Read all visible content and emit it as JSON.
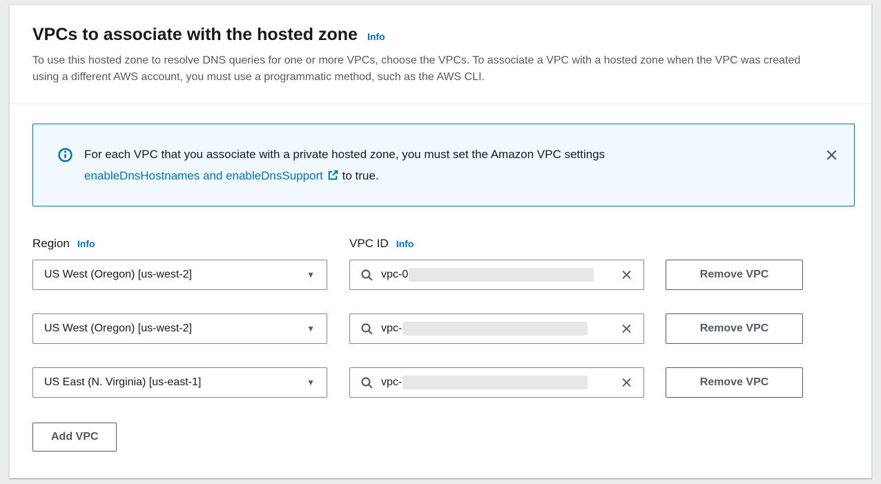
{
  "header": {
    "title": "VPCs to associate with the hosted zone",
    "info_label": "Info",
    "description": "To use this hosted zone to resolve DNS queries for one or more VPCs, choose the VPCs. To associate a VPC with a hosted zone when the VPC was created using a different AWS account, you must use a programmatic method, such as the AWS CLI."
  },
  "alert": {
    "icon": "info-circle-icon",
    "text_before_link": "For each VPC that you associate with a private hosted zone, you must set the Amazon VPC settings",
    "link_text": "enableDnsHostnames and enableDnsSupport",
    "external_icon": "external-link-icon",
    "text_after_link": "to true.",
    "close_icon": "close-icon"
  },
  "form": {
    "region_label": "Region",
    "region_info_label": "Info",
    "vpc_label": "VPC ID",
    "vpc_info_label": "Info",
    "rows": [
      {
        "region": "US West (Oregon) [us-west-2]",
        "vpc_id_value": "vpc-0",
        "vpc_id_redacted": true,
        "remove_button_label": "Remove VPC"
      },
      {
        "region": "US West (Oregon) [us-west-2]",
        "vpc_id_value": "vpc-",
        "vpc_id_redacted": true,
        "remove_button_label": "Remove VPC"
      },
      {
        "region": "US East (N. Virginia) [us-east-1]",
        "vpc_id_value": "vpc-",
        "vpc_id_redacted": true,
        "remove_button_label": "Remove VPC"
      }
    ],
    "add_button_label": "Add VPC"
  },
  "colors": {
    "link_blue": "#0073bb",
    "alert_background": "#f1faff",
    "alert_border": "#0073bb",
    "control_border": "#7d8998",
    "button_border": "#545b64",
    "title_text": "#16191f",
    "secondary_text": "#545b64",
    "redaction_fill": "#e7e7e7",
    "page_background": "#ebeded"
  }
}
